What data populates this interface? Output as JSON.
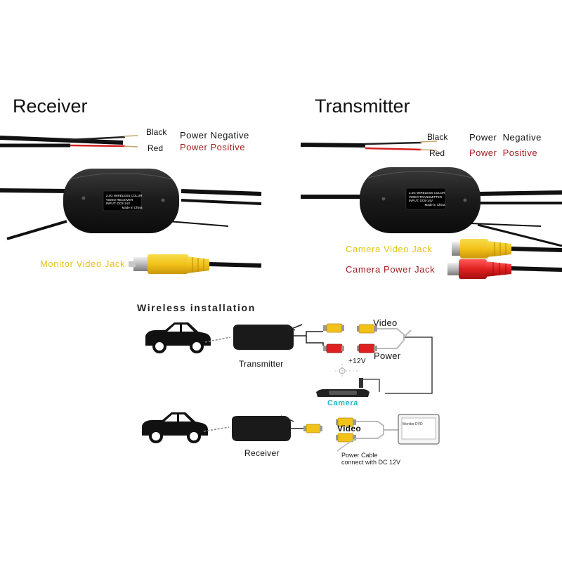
{
  "receiver": {
    "title": "Receiver",
    "black_label": "Black",
    "red_label": "Red",
    "power_negative": "Power Negative",
    "power_positive": "Power Positive",
    "box_text": [
      "2.4G WIRELESS COLOR",
      "VIDEO RECEIVER",
      "INPUT: DC8-14V",
      "Made in China"
    ],
    "jack_label": "Monitor Video Jack"
  },
  "transmitter": {
    "title": "Transmitter",
    "black_label": "Black",
    "red_label": "Red",
    "power_negative": "Power  Negative",
    "power_positive": "Power  Positive",
    "box_text": [
      "2.4G WIRELESS COLOR",
      "VIDEO TRANSMITTER",
      "INPUT: DC8-14V",
      "Made in China"
    ],
    "video_jack_label": "Camera Video Jack",
    "power_jack_label": "Camera Power Jack"
  },
  "installation": {
    "title": "Wireless installation",
    "transmitter_label": "Transmitter",
    "receiver_label": "Receiver",
    "video_label_top": "Video",
    "power_label": "Power",
    "voltage_label": "+12V",
    "camera_label": "Camera",
    "video_label_bottom": "Video",
    "monitor_label": "Monitor DVD",
    "power_cable_line1": "Power Cable",
    "power_cable_line2": "connect with DC 12V"
  },
  "colors": {
    "yellow": "#f2c21a",
    "red": "#e02020",
    "camera_cyan": "#1fb8c8",
    "label_yellow": "#e6c21a",
    "label_red": "#a02020"
  }
}
